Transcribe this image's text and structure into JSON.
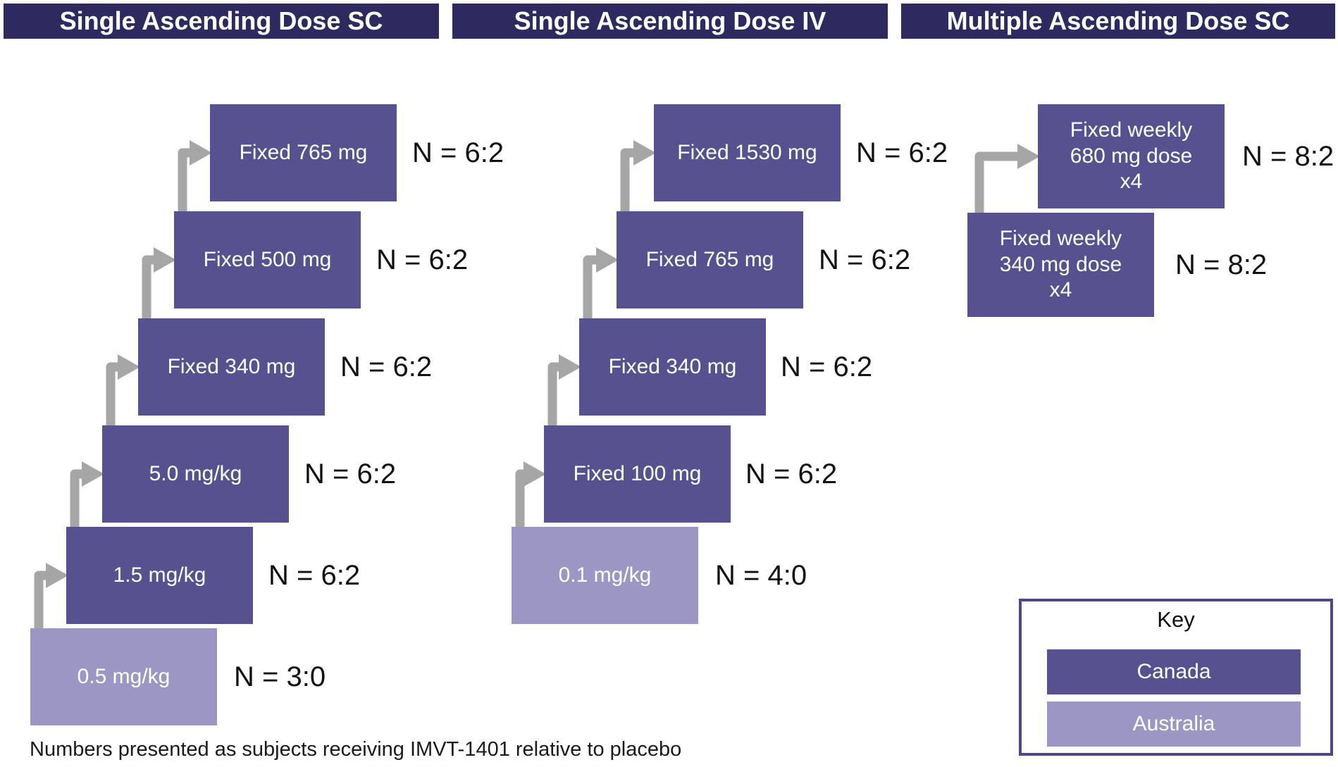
{
  "note": "Numbers presented as subjects receiving IMVT-1401 relative to placebo",
  "colors": {
    "header_bg": "#2E2A5F",
    "canada": "#57528F",
    "australia": "#9C96C5",
    "arrow": "#A6A6A6",
    "key_border": "#4E4886"
  },
  "columns": [
    {
      "header": "Single Ascending Dose SC",
      "boxes": [
        {
          "label": "0.5 mg/kg",
          "n": "N = 3:0",
          "country": "australia"
        },
        {
          "label": "1.5 mg/kg",
          "n": "N = 6:2",
          "country": "canada"
        },
        {
          "label": "5.0 mg/kg",
          "n": "N = 6:2",
          "country": "canada"
        },
        {
          "label": "Fixed 340 mg",
          "n": "N = 6:2",
          "country": "canada"
        },
        {
          "label": "Fixed 500 mg",
          "n": "N = 6:2",
          "country": "canada"
        },
        {
          "label": "Fixed 765 mg",
          "n": "N = 6:2",
          "country": "canada"
        }
      ]
    },
    {
      "header": "Single Ascending Dose IV",
      "boxes": [
        {
          "label": "0.1 mg/kg",
          "n": "N = 4:0",
          "country": "australia"
        },
        {
          "label": "Fixed 100 mg",
          "n": "N = 6:2",
          "country": "canada"
        },
        {
          "label": "Fixed 340 mg",
          "n": "N = 6:2",
          "country": "canada"
        },
        {
          "label": "Fixed 765 mg",
          "n": "N = 6:2",
          "country": "canada"
        },
        {
          "label": "Fixed 1530 mg",
          "n": "N = 6:2",
          "country": "canada"
        }
      ]
    },
    {
      "header": "Multiple Ascending Dose SC",
      "boxes": [
        {
          "lines": [
            "Fixed weekly",
            "340 mg dose",
            "x4"
          ],
          "n": "N = 8:2",
          "country": "canada"
        },
        {
          "lines": [
            "Fixed weekly",
            "680 mg dose",
            "x4"
          ],
          "n": "N = 8:2",
          "country": "canada"
        }
      ]
    }
  ],
  "key": {
    "title": "Key",
    "entries": [
      {
        "label": "Canada",
        "country": "canada"
      },
      {
        "label": "Australia",
        "country": "australia"
      }
    ]
  }
}
